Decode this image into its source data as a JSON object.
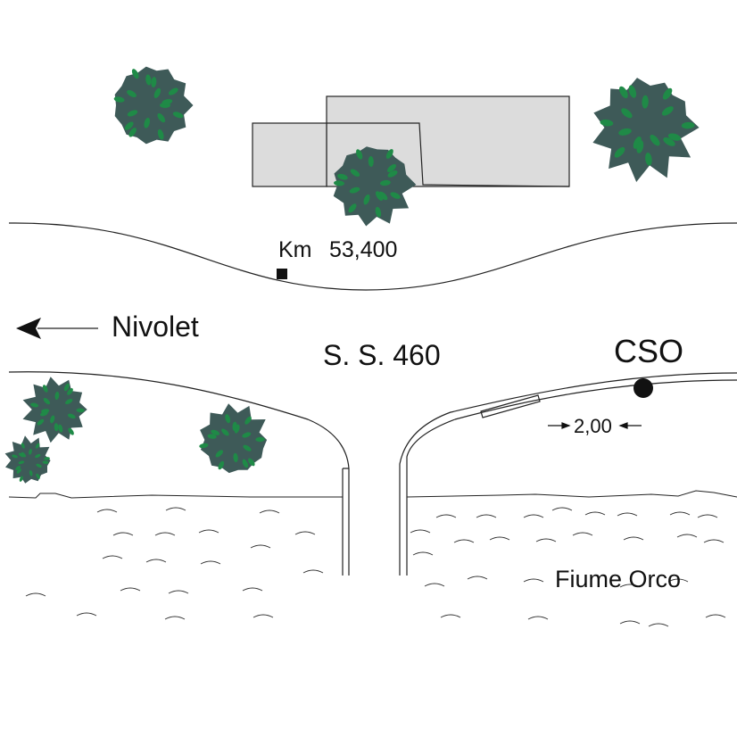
{
  "labels": {
    "km_prefix": "Km",
    "km_value": "53,400",
    "direction": "Nivolet",
    "road": "S. S. 460",
    "station": "CSO",
    "distance": "2,00",
    "river": "Fiume Orco"
  },
  "colors": {
    "tree_dark": "#3e5a58",
    "tree_leaf": "#1f8a47",
    "building": "#dcdcdc",
    "line": "#222222"
  }
}
